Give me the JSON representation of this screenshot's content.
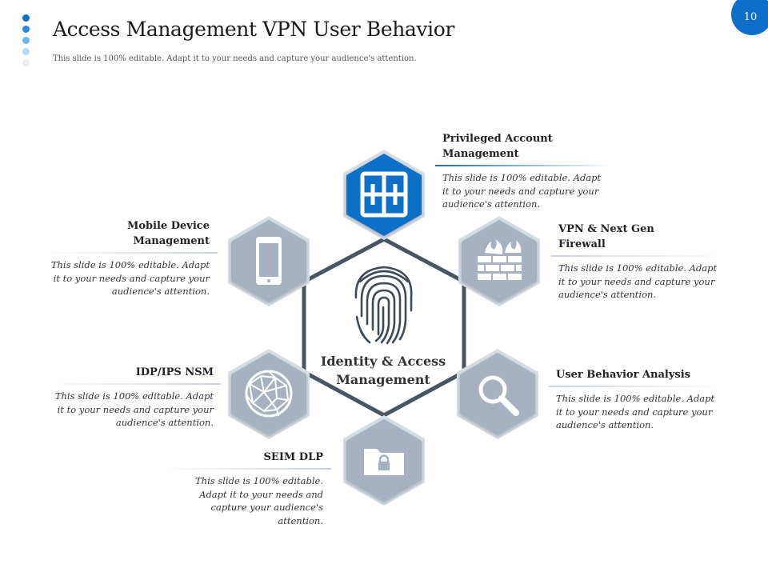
{
  "page_number": "10",
  "title": "Access Management VPN User Behavior",
  "subtitle": "This slide is 100% editable. Adapt it to your needs and capture your audience's attention.",
  "center": {
    "label": "Identity & Access Management",
    "icon": "fingerprint-icon"
  },
  "colors": {
    "accent": "#0d6fc7",
    "hex_gray": "#a7b1c1",
    "center_border": "#4a5563"
  },
  "items": [
    {
      "heading": "Privileged Account Management",
      "text": "This slide is 100% editable. Adapt it to your needs and capture your audience's attention.",
      "icon": "server-icon"
    },
    {
      "heading": "VPN & Next Gen Firewall",
      "text": "This slide is 100% editable. Adapt it to your needs and capture your audience's attention.",
      "icon": "firewall-icon"
    },
    {
      "heading": "User Behavior Analysis",
      "text": "This slide is 100% editable. Adapt it to your needs and capture your audience's attention.",
      "icon": "magnifier-icon"
    },
    {
      "heading": "SEIM DLP",
      "text": "This slide is 100% editable. Adapt it to your needs and capture your audience's attention.",
      "icon": "locked-folder-icon"
    },
    {
      "heading": "IDP/IPS NSM",
      "text": "This slide is 100% editable. Adapt it to your needs and capture your audience's attention.",
      "icon": "network-globe-icon"
    },
    {
      "heading": "Mobile Device Management",
      "text": "This slide is 100% editable. Adapt it to your needs and capture your audience's attention.",
      "icon": "mobile-phone-icon"
    }
  ]
}
